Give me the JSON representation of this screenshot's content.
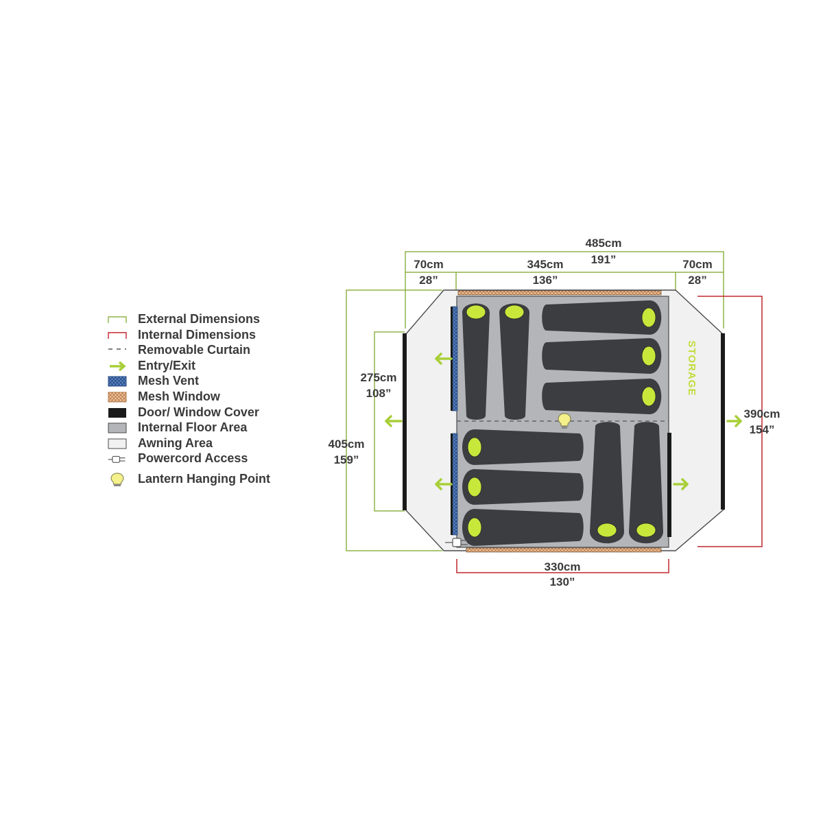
{
  "legend": {
    "items": [
      {
        "label": "External Dimensions",
        "icon": "external-dimensions-bracket-icon"
      },
      {
        "label": "Internal Dimensions",
        "icon": "internal-dimensions-bracket-icon"
      },
      {
        "label": "Removable Curtain",
        "icon": "dashed-line-icon"
      },
      {
        "label": "Entry/Exit",
        "icon": "green-arrow-icon"
      },
      {
        "label": "Mesh Vent",
        "icon": "blue-mesh-swatch-icon"
      },
      {
        "label": "Mesh Window",
        "icon": "orange-mesh-swatch-icon"
      },
      {
        "label": "Door/ Window Cover",
        "icon": "black-swatch-icon"
      },
      {
        "label": "Internal Floor Area",
        "icon": "grey-swatch-icon"
      },
      {
        "label": "Awning Area",
        "icon": "light-swatch-icon"
      },
      {
        "label": "Powercord Access",
        "icon": "power-plug-icon"
      },
      {
        "label": "Lantern Hanging Point",
        "icon": "lantern-bulb-icon"
      }
    ]
  },
  "dimensions": {
    "overall_width": {
      "cm": "485cm",
      "in": "191”"
    },
    "awning_left_width": {
      "cm": "70cm",
      "in": "28”"
    },
    "inner_width": {
      "cm": "345cm",
      "in": "136”"
    },
    "awning_right_width": {
      "cm": "70cm",
      "in": "28”"
    },
    "left_door_height": {
      "cm": "275cm",
      "in": "108”"
    },
    "external_depth": {
      "cm": "405cm",
      "in": "159”"
    },
    "internal_depth": {
      "cm": "390cm",
      "in": "154”"
    },
    "internal_width": {
      "cm": "330cm",
      "in": "130”"
    }
  },
  "plan": {
    "storage_label": "STORAGE"
  },
  "colors": {
    "external": "#8fb348",
    "internal": "#c0262d",
    "entry_arrow": "#a8cf38",
    "mesh_vent": "#3d6fb8",
    "mesh_window": "#d9a171",
    "door_cover": "#1a1a1a",
    "floor": "#b3b5b8",
    "awning": "#f0f1f0",
    "sleeping_bag": "#3c3d40",
    "bag_head": "#c7e83b"
  }
}
